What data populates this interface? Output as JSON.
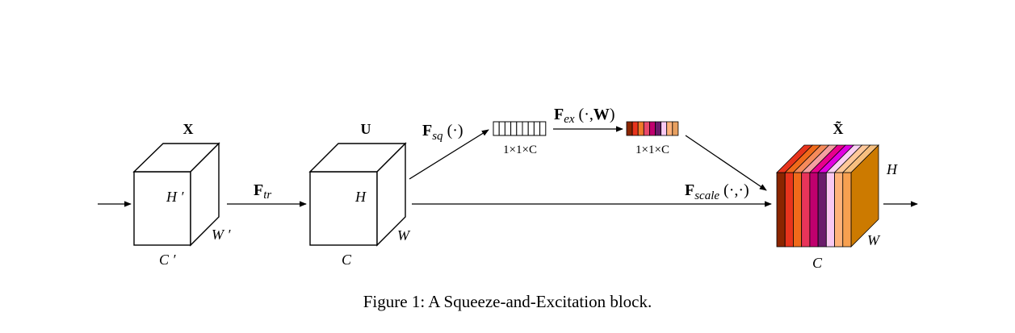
{
  "diagram": {
    "input_tensor": {
      "name": "X",
      "height_label": "H ′",
      "width_label": "W ′",
      "channel_label": "C ′"
    },
    "transform": {
      "symbol": "F",
      "subscript": "tr"
    },
    "feature_map": {
      "name": "U",
      "height_label": "H",
      "width_label": "W",
      "channel_label": "C"
    },
    "squeeze": {
      "symbol": "F",
      "subscript": "sq",
      "args": " (·)"
    },
    "excitation": {
      "symbol": "F",
      "subscript": "ex",
      "args": " (·,",
      "args_bold": "W",
      "args_close": ")"
    },
    "scale": {
      "symbol": "F",
      "subscript": "scale",
      "args": " (·,·)"
    },
    "squeeze_vector": {
      "dims": "1×1×C"
    },
    "excite_vector": {
      "dims": "1×1×C"
    },
    "output_tensor": {
      "name": "X̃",
      "height_label": "H",
      "width_label": "W",
      "channel_label": "C"
    },
    "colors": {
      "channel_palette": [
        "#8B2500",
        "#E8341C",
        "#F07A2A",
        "#E8486A",
        "#C0006E",
        "#6A1B6B",
        "#F9C9F2",
        "#FFB27A",
        "#E8A060"
      ],
      "front_palette": [
        "#8B2500",
        "#E8341C",
        "#F06A1A",
        "#E8345A",
        "#C0006E",
        "#6A1B6B",
        "#F9C9F2",
        "#FFB27A",
        "#F7A050"
      ],
      "top_palette": [
        "#E8341C",
        "#F06A1A",
        "#F58A5A",
        "#F5A0A0",
        "#E8008C",
        "#E000E0",
        "#F9D0F2",
        "#FFC89A",
        "#F7C080"
      ],
      "side": "#CC7A00"
    }
  },
  "caption": "Figure 1: A Squeeze-and-Excitation block."
}
